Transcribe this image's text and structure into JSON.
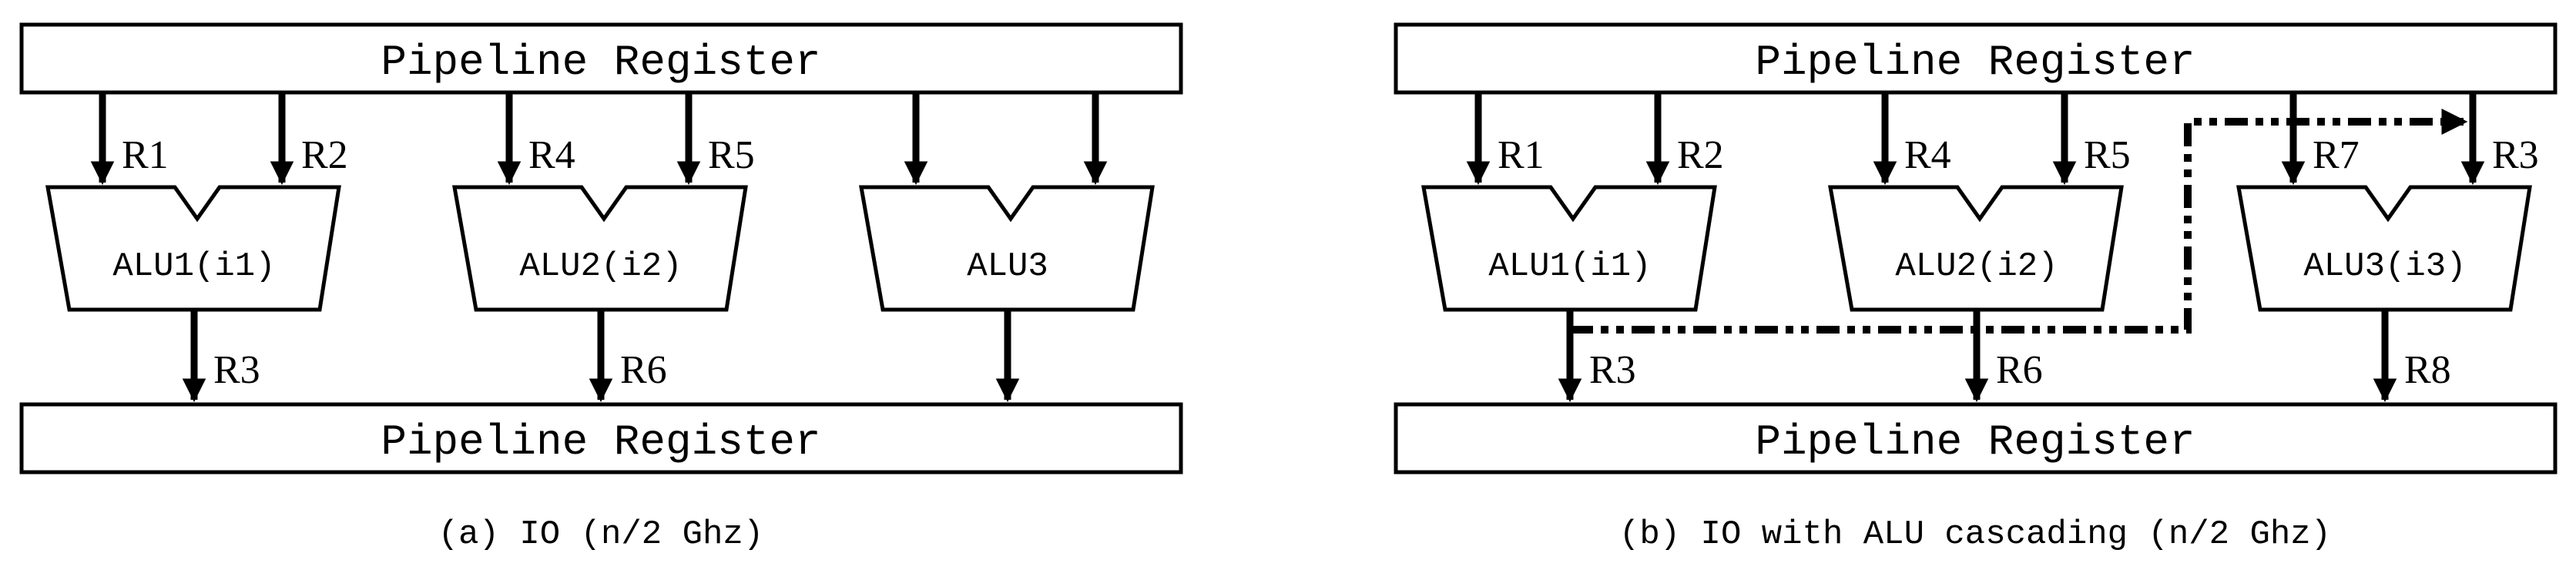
{
  "panels": {
    "a": {
      "top_register": "Pipeline Register",
      "bottom_register": "Pipeline Register",
      "alus": [
        {
          "name": "ALU1(i1)",
          "in_left": "R1",
          "in_right": "R2",
          "out": "R3"
        },
        {
          "name": "ALU2(i2)",
          "in_left": "R4",
          "in_right": "R5",
          "out": "R6"
        },
        {
          "name": "ALU3",
          "in_left": "",
          "in_right": "",
          "out": ""
        }
      ],
      "caption": "(a) IO (n/2 Ghz)"
    },
    "b": {
      "top_register": "Pipeline Register",
      "bottom_register": "Pipeline Register",
      "alus": [
        {
          "name": "ALU1(i1)",
          "in_left": "R1",
          "in_right": "R2",
          "out": "R3"
        },
        {
          "name": "ALU2(i2)",
          "in_left": "R4",
          "in_right": "R5",
          "out": "R6"
        },
        {
          "name": "ALU3(i3)",
          "in_left": "R7",
          "in_right": "R3",
          "out": "R8"
        }
      ],
      "caption": "(b) IO with ALU cascading (n/2 Ghz)"
    }
  }
}
